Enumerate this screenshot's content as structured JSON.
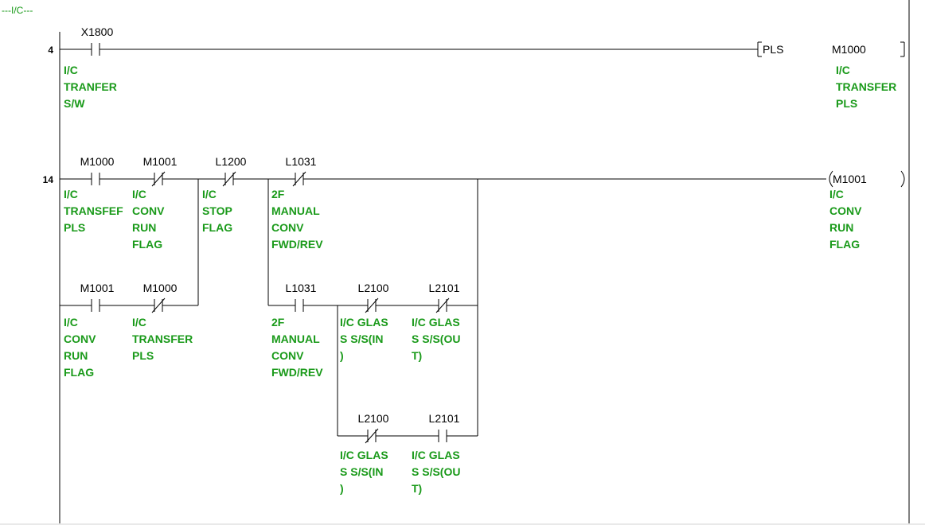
{
  "colors": {
    "comment": "#1a9a1a",
    "line": "#000000",
    "text": "#000000",
    "background": "#ffffff"
  },
  "header": {
    "comment": "---I/C---"
  },
  "rungs": [
    {
      "step": "4",
      "contacts": [
        {
          "kind": "no",
          "device": "X1800",
          "comment": [
            "I/C",
            "TRANFER",
            "S/W"
          ]
        }
      ],
      "output": {
        "kind": "instruction",
        "mnemonic": "PLS",
        "device": "M1000",
        "comment": [
          "I/C",
          "TRANSFER",
          "PLS"
        ]
      }
    },
    {
      "step": "14",
      "contacts": [
        {
          "kind": "no",
          "device": "M1000",
          "comment": [
            "I/C",
            "TRANSFEF",
            "PLS"
          ]
        },
        {
          "kind": "nc",
          "device": "M1001",
          "comment": [
            "I/C",
            "CONV",
            "RUN",
            "FLAG"
          ]
        },
        {
          "kind": "nc",
          "device": "L1200",
          "comment": [
            "I/C",
            "STOP",
            "FLAG"
          ]
        },
        {
          "kind": "nc",
          "device": "L1031",
          "comment": [
            "2F",
            "MANUAL",
            "CONV",
            "FWD/REV"
          ]
        },
        {
          "kind": "no",
          "device": "M1001",
          "comment": [
            "I/C",
            "CONV",
            "RUN",
            "FLAG"
          ]
        },
        {
          "kind": "nc",
          "device": "M1000",
          "comment": [
            "I/C",
            "TRANSFER",
            "PLS"
          ]
        },
        {
          "kind": "no",
          "device": "L1031",
          "comment": [
            "2F",
            "MANUAL",
            "CONV",
            "FWD/REV"
          ]
        },
        {
          "kind": "nc",
          "device": "L2100",
          "comment": [
            "I/C GLAS",
            "S S/S(IN",
            ")"
          ]
        },
        {
          "kind": "nc",
          "device": "L2101",
          "comment": [
            "I/C GLAS",
            "S S/S(OU",
            "T)"
          ]
        },
        {
          "kind": "nc",
          "device": "L2100",
          "comment": [
            "I/C GLAS",
            "S S/S(IN",
            ")"
          ]
        },
        {
          "kind": "no",
          "device": "L2101",
          "comment": [
            "I/C GLAS",
            "S S/S(OU",
            "T)"
          ]
        }
      ],
      "output": {
        "kind": "coil",
        "device": "M1001",
        "comment": [
          "I/C",
          "CONV",
          "RUN",
          "FLAG"
        ]
      }
    }
  ]
}
